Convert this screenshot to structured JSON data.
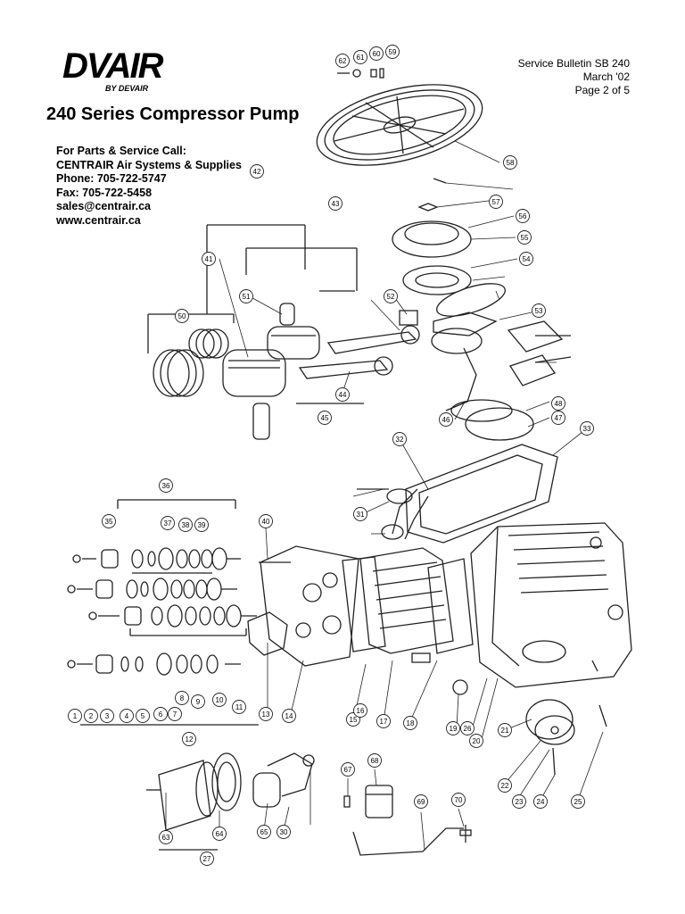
{
  "logo": {
    "main": "DVAIR",
    "sub": "BY DEVAIR"
  },
  "bulletin": {
    "line1": "Service Bulletin SB 240",
    "line2": "March '02",
    "line3": "Page 2 of 5"
  },
  "title": "240 Series Compressor Pump",
  "contact": {
    "line1": "For Parts & Service Call:",
    "line2": "CENTRAIR Air Systems & Supplies",
    "phone": "Phone: 705-722-5747",
    "fax": "Fax: 705-722-5458",
    "email": "sales@centrair.ca",
    "web": "www.centrair.ca"
  },
  "part_callouts": [
    "1",
    "2",
    "3",
    "4",
    "5",
    "6",
    "7",
    "8",
    "9",
    "10",
    "11",
    "12",
    "13",
    "14",
    "15",
    "16",
    "17",
    "18",
    "19",
    "20",
    "21",
    "22",
    "23",
    "24",
    "25",
    "26",
    "27",
    "30",
    "31",
    "32",
    "33",
    "35",
    "36",
    "37",
    "38",
    "39",
    "40",
    "41",
    "42",
    "43",
    "44",
    "45",
    "46",
    "47",
    "48",
    "50",
    "51",
    "52",
    "53",
    "54",
    "55",
    "56",
    "57",
    "58",
    "59",
    "60",
    "61",
    "62",
    "63",
    "64",
    "65",
    "67",
    "68",
    "69",
    "70"
  ]
}
